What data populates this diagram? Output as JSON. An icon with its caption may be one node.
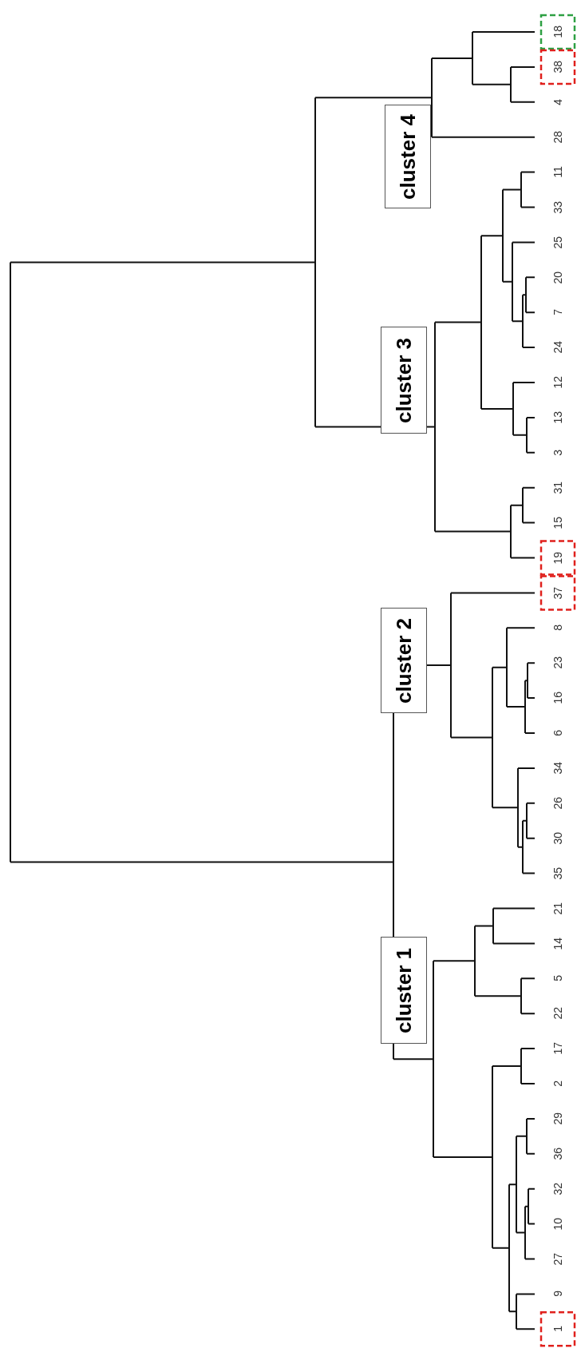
{
  "diagram": {
    "nodes": [
      {
        "text": [
          "cluster 4"
        ]
      },
      {
        "text": [
          "cluster 3"
        ]
      },
      {
        "text": [
          "cluster 2"
        ]
      },
      {
        "text": [
          "cluster 1"
        ]
      }
    ],
    "labels": [
      "18",
      "38",
      "4",
      "28",
      "11",
      "33",
      "25",
      "20",
      "7",
      "24",
      "12",
      "13",
      "3",
      "31",
      "15",
      "19",
      "37",
      "8",
      "23",
      "16",
      "6",
      "34",
      "26",
      "30",
      "35",
      "21",
      "14",
      "5",
      "22",
      "17",
      "2",
      "29",
      "36",
      "32",
      "10",
      "27",
      "9",
      "1"
    ]
  }
}
